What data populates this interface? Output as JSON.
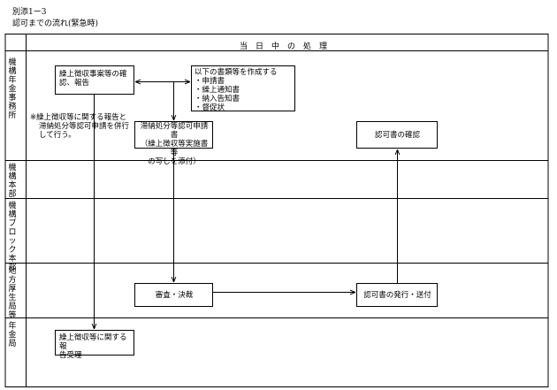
{
  "header": {
    "attachment": "別添1ー3",
    "subtitle": "認可までの流れ(緊急時)"
  },
  "table_title": "当日中の処理",
  "lanes": [
    {
      "id": "kiko-nenkin",
      "label": "機構年金事務所"
    },
    {
      "id": "kiko-honbu",
      "label": "機構本部"
    },
    {
      "id": "kiko-block",
      "label": "機構ブロック本部"
    },
    {
      "id": "chiho-kosei",
      "label": "地方厚生局等"
    },
    {
      "id": "nenkin-kyoku",
      "label": "年金局"
    }
  ],
  "nodes": {
    "confirm_report": {
      "lines": [
        "繰上徴収事案等の確",
        "認、報告"
      ]
    },
    "documents": {
      "lines": [
        "以下の書類等を作成する",
        "・申請書",
        "・繰上通知書",
        "・納入告知書",
        "・督促状"
      ]
    },
    "application": {
      "lines": [
        "滞納処分等認可申請書",
        "（繰上徴収等実施書等",
        "の写しを添付）"
      ]
    },
    "confirm_permit": {
      "lines": [
        "認可書の確認"
      ]
    },
    "review": {
      "lines": [
        "審査・決裁"
      ]
    },
    "issue_permit": {
      "lines": [
        "認可書の発行・送付"
      ]
    },
    "receive_report": {
      "lines": [
        "繰上徴収等に関する報",
        "告受理"
      ]
    }
  },
  "note": {
    "lines": [
      "※繰上徴収等に関する報告と",
      "滞納処分等認可申請を併行",
      "して行う。"
    ]
  },
  "colors": {
    "line": "#000000",
    "background": "#ffffff"
  }
}
